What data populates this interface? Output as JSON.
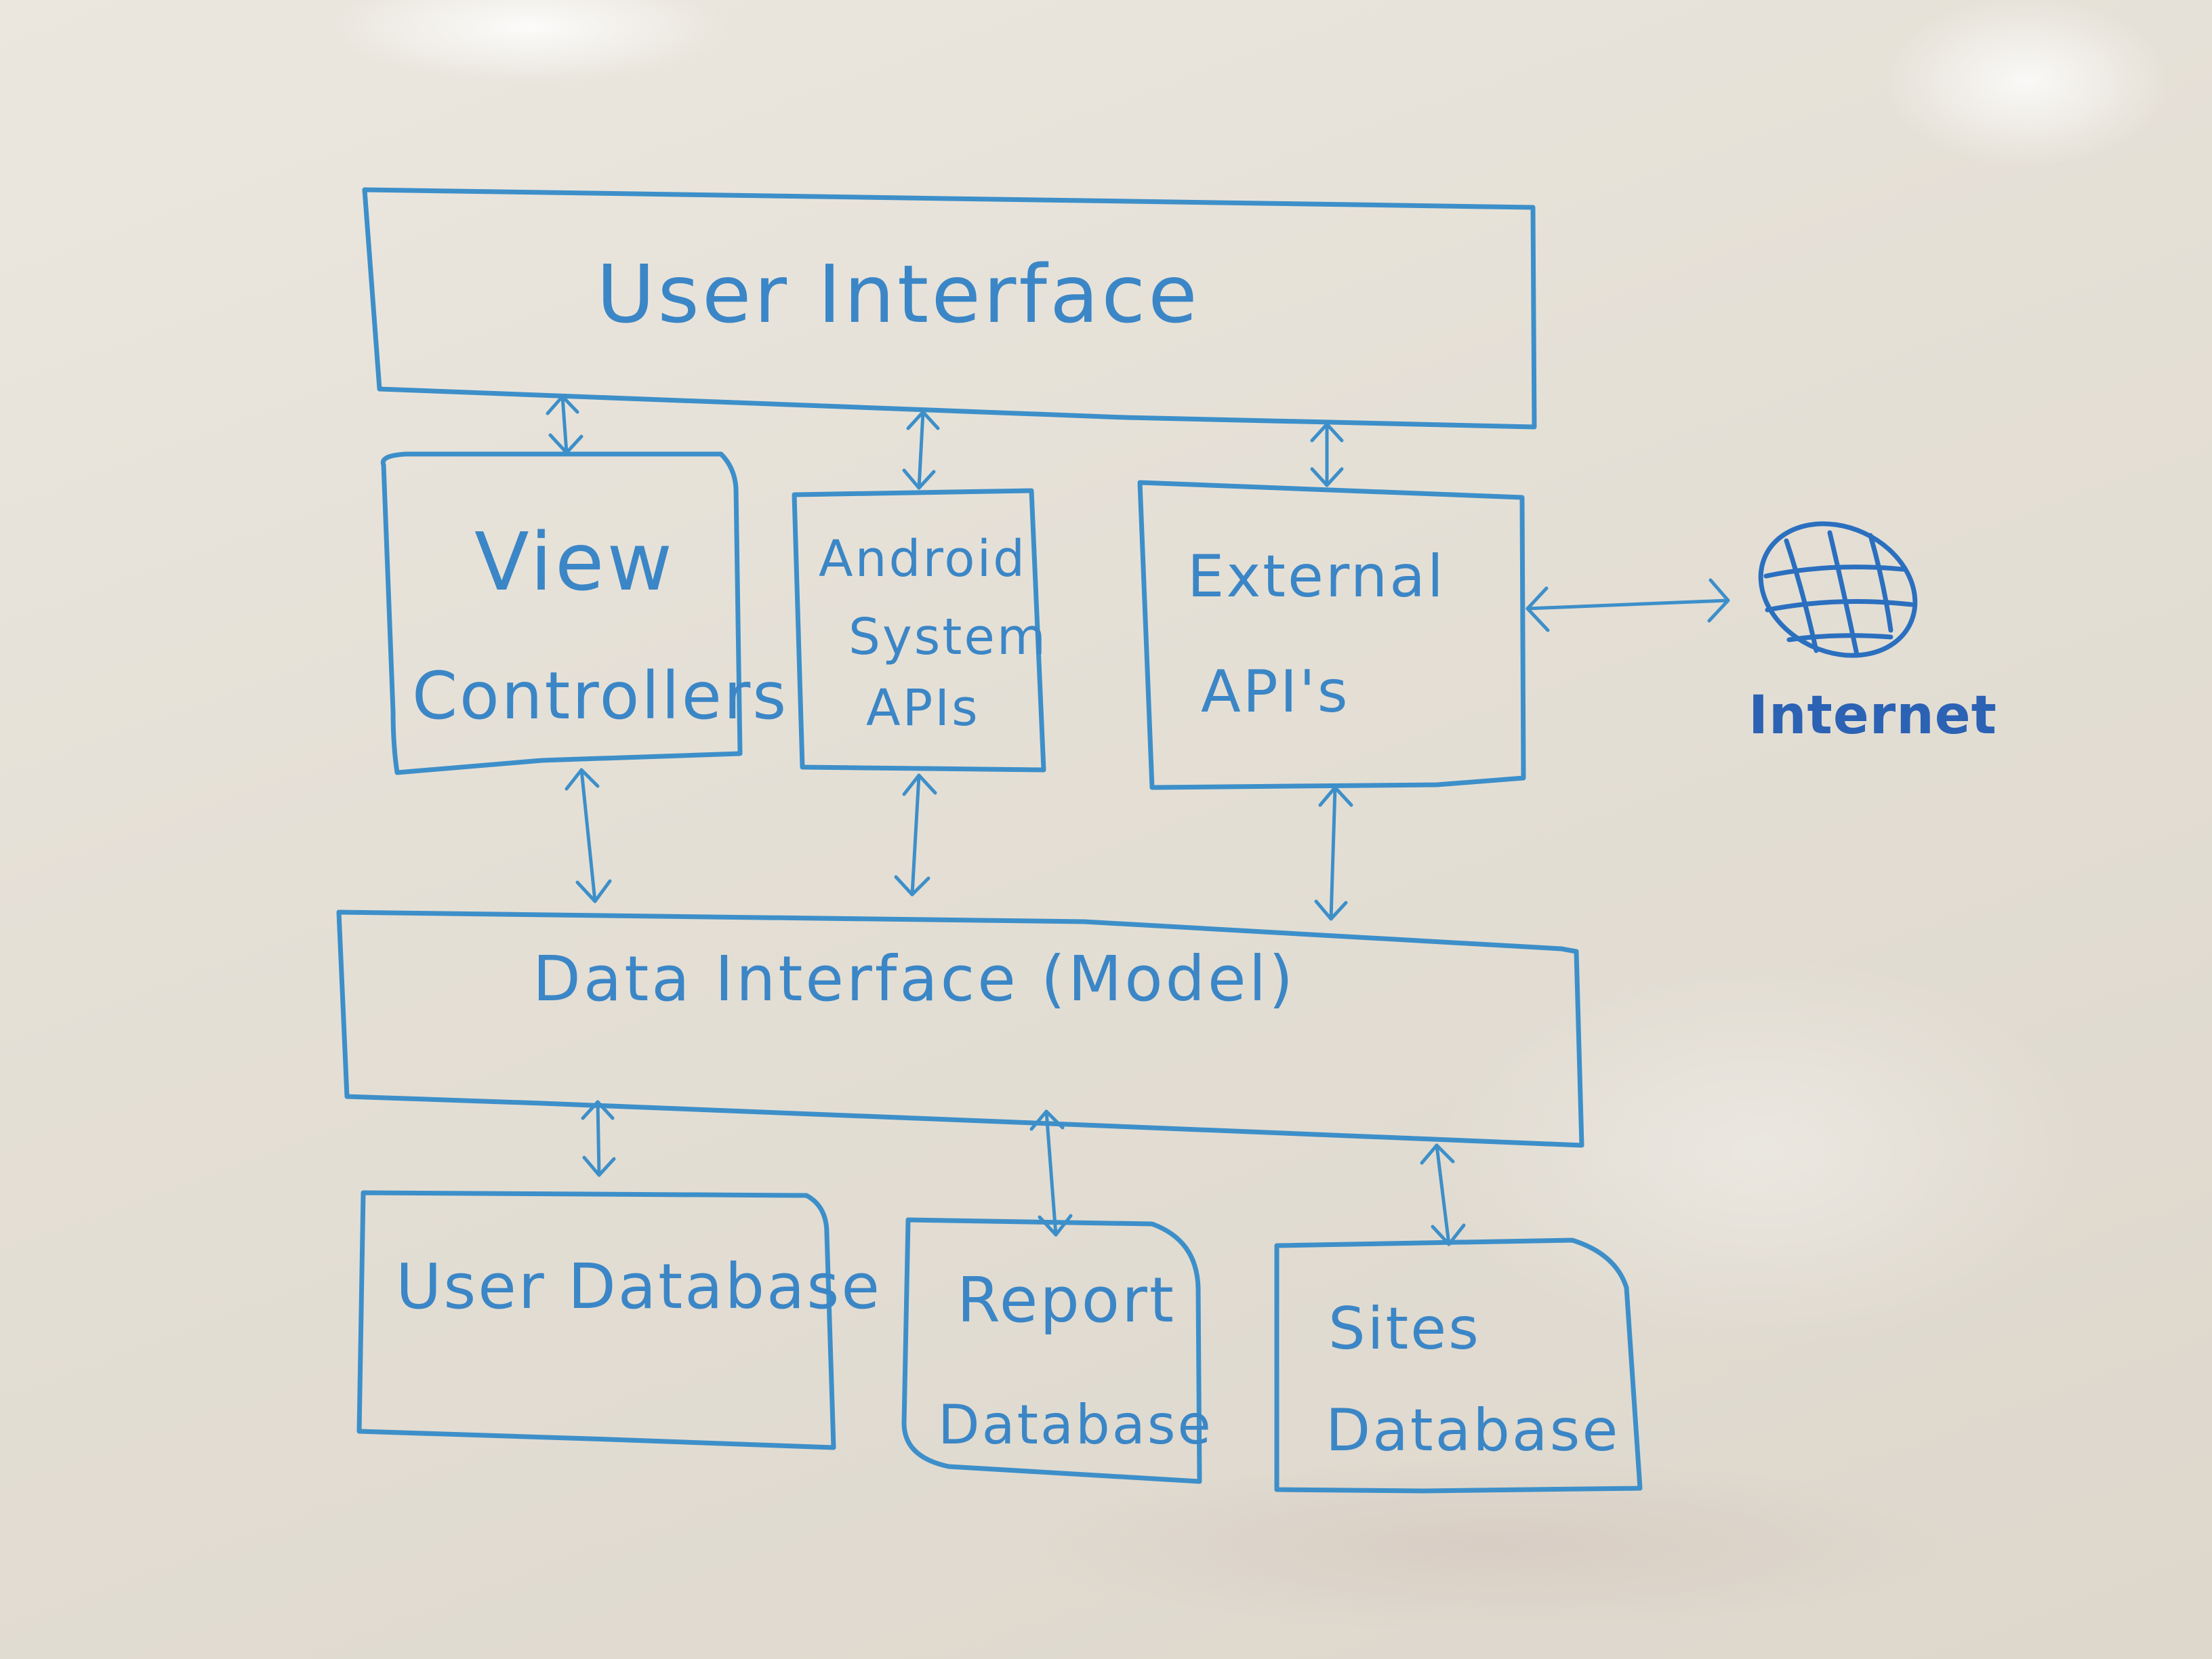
{
  "diagram": {
    "user_interface": "User Interface",
    "view_controllers": [
      "View",
      "Controllers"
    ],
    "android_system_apis": [
      "Android",
      "System",
      "APIs"
    ],
    "external_apis": [
      "External",
      "API's"
    ],
    "internet": "Internet",
    "data_interface": "Data Interface (Model)",
    "user_database": "User Database",
    "report_database": [
      "Report",
      "Database"
    ],
    "sites_database": [
      "Sites",
      "Database"
    ]
  },
  "colors": {
    "marker": "#3d8fc9",
    "marker_dark": "#2b62b4",
    "board": "#e7e2d9"
  },
  "icons": [
    "globe-icon"
  ]
}
